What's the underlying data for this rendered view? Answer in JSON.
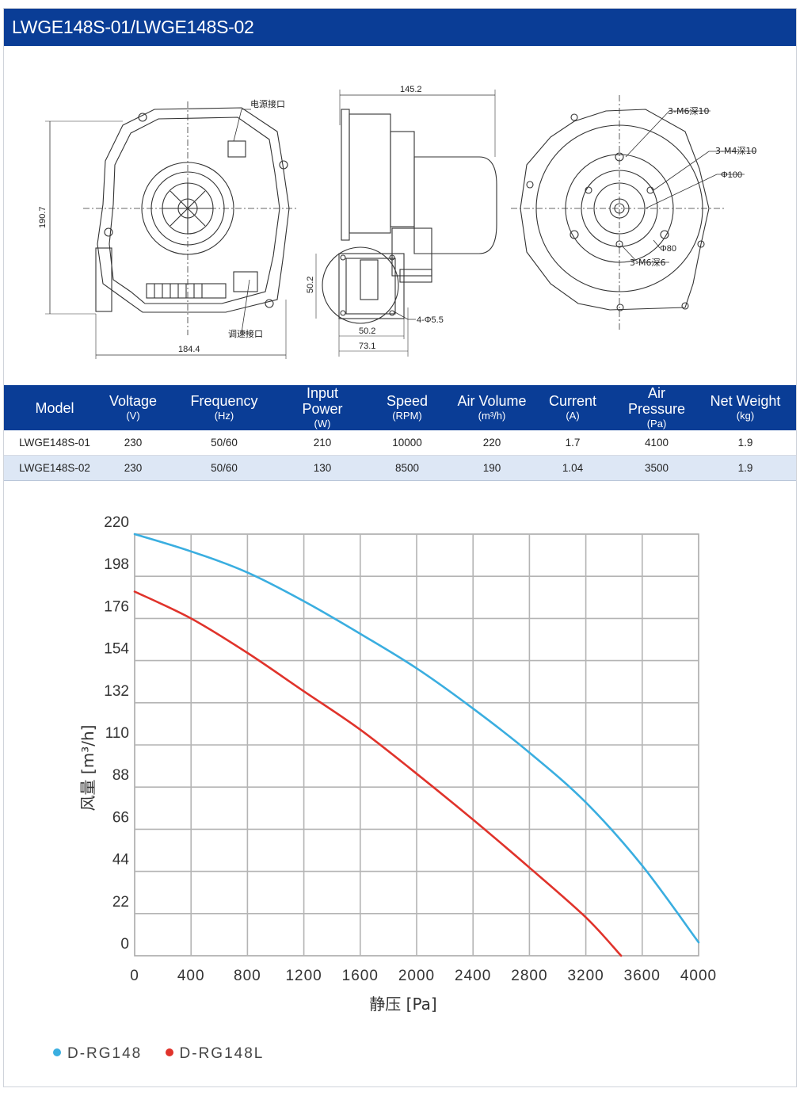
{
  "header": {
    "title": "LWGE148S-01/LWGE148S-02"
  },
  "drawings": {
    "front": {
      "label_power": "电源接口",
      "label_speed": "调速接口",
      "dim_height": "190.7",
      "dim_width": "184.4"
    },
    "side": {
      "dim_length": "145.2",
      "dim_flange_h": "50.2",
      "dim_flange_w": "50.2",
      "dim_outlet": "73.1",
      "holes": "4-Φ5.5"
    },
    "back": {
      "m6_10": "3-M6深10",
      "m4_10": "3-M4深10",
      "phi100": "Φ100",
      "phi80": "Φ80",
      "m6_6": "3-M6深6"
    }
  },
  "table": {
    "headers": [
      {
        "name": "Model",
        "unit": ""
      },
      {
        "name": "Voltage",
        "unit": "(V)"
      },
      {
        "name": "Frequency",
        "unit": "(Hz)"
      },
      {
        "name": "Input Power",
        "unit": "(W)"
      },
      {
        "name": "Speed",
        "unit": "(RPM)"
      },
      {
        "name": "Air Volume",
        "unit": "(m³/h)"
      },
      {
        "name": "Current",
        "unit": "(A)"
      },
      {
        "name": "Air Pressure",
        "unit": "(Pa)"
      },
      {
        "name": "Net Weight",
        "unit": "(kg)"
      }
    ],
    "rows": [
      [
        "LWGE148S-01",
        "230",
        "50/60",
        "210",
        "10000",
        "220",
        "1.7",
        "4100",
        "1.9"
      ],
      [
        "LWGE148S-02",
        "230",
        "50/60",
        "130",
        "8500",
        "190",
        "1.04",
        "3500",
        "1.9"
      ]
    ]
  },
  "chart_data": {
    "type": "line",
    "title": "",
    "xlabel": "静压 [Pa]",
    "ylabel": "风量 [m³/h]",
    "xlim": [
      0,
      4000
    ],
    "ylim": [
      0,
      220
    ],
    "x_ticks": [
      "0",
      "400",
      "800",
      "1200",
      "1600",
      "2000",
      "2400",
      "2800",
      "3200",
      "3600",
      "4000"
    ],
    "y_ticks": [
      "0",
      "22",
      "44",
      "66",
      "88",
      "110",
      "132",
      "154",
      "176",
      "198",
      "220"
    ],
    "grid": true,
    "legend_position": "bottom-left",
    "series": [
      {
        "name": "D-RG148",
        "color": "#3aaee0",
        "points": [
          [
            0,
            220
          ],
          [
            400,
            211
          ],
          [
            800,
            200
          ],
          [
            1200,
            185
          ],
          [
            1600,
            168
          ],
          [
            2000,
            150
          ],
          [
            2400,
            129
          ],
          [
            2800,
            106
          ],
          [
            3200,
            80
          ],
          [
            3600,
            47
          ],
          [
            4000,
            7
          ]
        ]
      },
      {
        "name": "D-RG148L",
        "color": "#e0332b",
        "points": [
          [
            0,
            190
          ],
          [
            400,
            176
          ],
          [
            800,
            158
          ],
          [
            1200,
            138
          ],
          [
            1600,
            118
          ],
          [
            2000,
            95
          ],
          [
            2400,
            71
          ],
          [
            2800,
            46
          ],
          [
            3200,
            20
          ],
          [
            3450,
            0
          ]
        ]
      }
    ]
  }
}
